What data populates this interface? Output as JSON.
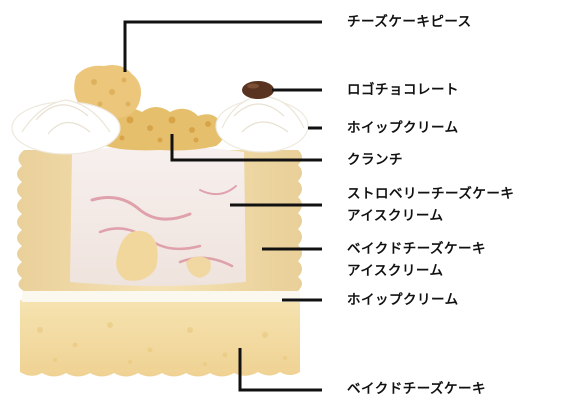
{
  "colors": {
    "background": "#ffffff",
    "leader_line": "#111111",
    "label_text": "#111111",
    "sponge": "#f3dfa8",
    "baked_cheese_ice": "#f1dcaa",
    "strawberry_ice": "#f3ebe8",
    "strawberry_swirl": "#d98a98",
    "whipped_cream": "#ffffff",
    "crunch": "#e6bf6d",
    "chocolate": "#5a3320"
  },
  "labels": {
    "cheesecake_piece": "チーズケーキピース",
    "chocolate": "ロゴチョコレート",
    "whipped_cream_top": "ホイップクリーム",
    "crunch": "クランチ",
    "strawberry_ice": [
      "ストロベリーチーズケーキ",
      "アイスクリーム"
    ],
    "baked_cheese_ice": [
      "ベイクドチーズケーキ",
      "アイスクリーム"
    ],
    "whipped_cream_mid": "ホイップクリーム",
    "baked_cheesecake": "ベイクドチーズケーキ"
  }
}
